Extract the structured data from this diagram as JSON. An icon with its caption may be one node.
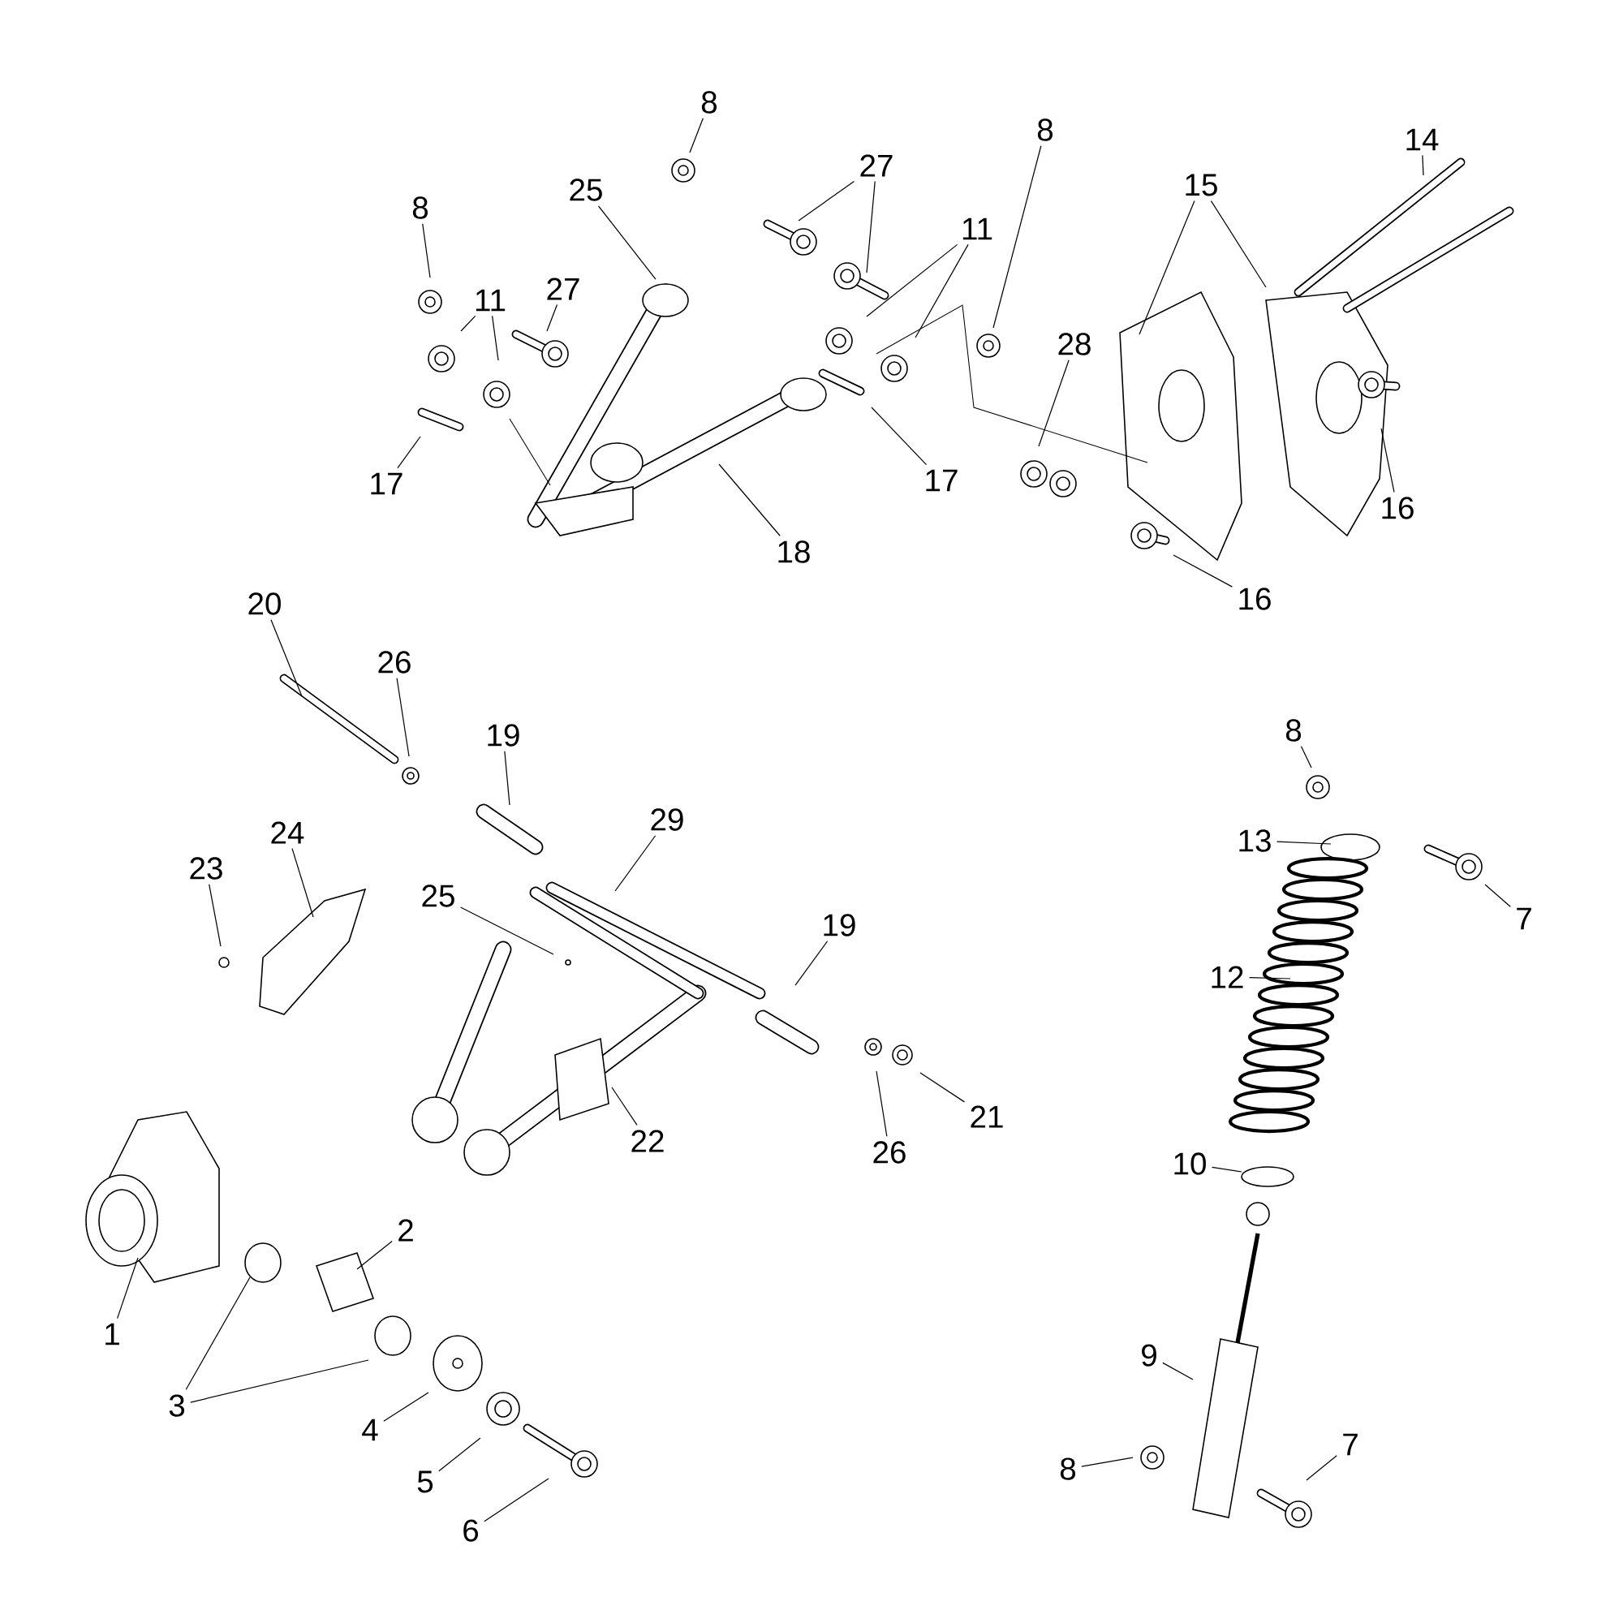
{
  "diagram": {
    "nodes": [
      {
        "text": [
          "8"
        ]
      },
      {
        "text": [
          "8"
        ]
      },
      {
        "text": [
          "25"
        ]
      },
      {
        "text": [
          "27"
        ]
      },
      {
        "text": [
          "11"
        ]
      },
      {
        "text": [
          "27"
        ]
      },
      {
        "text": [
          "17"
        ]
      },
      {
        "text": [
          "18"
        ]
      },
      {
        "text": [
          "8"
        ]
      },
      {
        "text": [
          "11"
        ]
      },
      {
        "text": [
          "17"
        ]
      },
      {
        "text": [
          "28"
        ]
      },
      {
        "text": [
          "15"
        ]
      },
      {
        "text": [
          "14"
        ]
      },
      {
        "text": [
          "16"
        ]
      },
      {
        "text": [
          "16"
        ]
      },
      {
        "text": [
          "20"
        ]
      },
      {
        "text": [
          "26"
        ]
      },
      {
        "text": [
          "19"
        ]
      },
      {
        "text": [
          "29"
        ]
      },
      {
        "text": [
          "25"
        ]
      },
      {
        "text": [
          "24"
        ]
      },
      {
        "text": [
          "23"
        ]
      },
      {
        "text": [
          "19"
        ]
      },
      {
        "text": [
          "22"
        ]
      },
      {
        "text": [
          "26"
        ]
      },
      {
        "text": [
          "21"
        ]
      },
      {
        "text": [
          "1"
        ]
      },
      {
        "text": [
          "2"
        ]
      },
      {
        "text": [
          "3"
        ]
      },
      {
        "text": [
          "4"
        ]
      },
      {
        "text": [
          "5"
        ]
      },
      {
        "text": [
          "6"
        ]
      },
      {
        "text": [
          "8"
        ]
      },
      {
        "text": [
          "13"
        ]
      },
      {
        "text": [
          "7"
        ]
      },
      {
        "text": [
          "12"
        ]
      },
      {
        "text": [
          "10"
        ]
      },
      {
        "text": [
          "9"
        ]
      },
      {
        "text": [
          "8"
        ]
      },
      {
        "text": [
          "7"
        ]
      }
    ],
    "edges": [
      {
        "from": 0,
        "to": null,
        "arrow": "none"
      },
      {
        "from": 1,
        "to": null,
        "arrow": "none"
      },
      {
        "from": 2,
        "to": null,
        "arrow": "none"
      },
      {
        "from": 3,
        "to": null,
        "arrow": "none"
      },
      {
        "from": 3,
        "to": null,
        "arrow": "none"
      },
      {
        "from": 4,
        "to": null,
        "arrow": "none"
      },
      {
        "from": 4,
        "to": null,
        "arrow": "none"
      },
      {
        "from": 5,
        "to": null,
        "arrow": "none"
      },
      {
        "from": 6,
        "to": null,
        "arrow": "none"
      },
      {
        "from": 7,
        "to": null,
        "arrow": "none"
      },
      {
        "from": 8,
        "to": null,
        "arrow": "none"
      },
      {
        "from": 9,
        "to": null,
        "arrow": "none"
      },
      {
        "from": 9,
        "to": null,
        "arrow": "none"
      },
      {
        "from": 10,
        "to": null,
        "arrow": "none"
      },
      {
        "from": 11,
        "to": null,
        "arrow": "none"
      },
      {
        "from": 12,
        "to": null,
        "arrow": "none"
      },
      {
        "from": 12,
        "to": null,
        "arrow": "none"
      },
      {
        "from": 13,
        "to": null,
        "arrow": "none"
      },
      {
        "from": 14,
        "to": null,
        "arrow": "none"
      },
      {
        "from": 15,
        "to": null,
        "arrow": "none"
      },
      {
        "from": 16,
        "to": null,
        "arrow": "none"
      },
      {
        "from": 17,
        "to": null,
        "arrow": "none"
      },
      {
        "from": 18,
        "to": null,
        "arrow": "none"
      },
      {
        "from": 19,
        "to": null,
        "arrow": "none"
      },
      {
        "from": 20,
        "to": null,
        "arrow": "none"
      },
      {
        "from": 21,
        "to": null,
        "arrow": "none"
      },
      {
        "from": 22,
        "to": null,
        "arrow": "none"
      },
      {
        "from": 23,
        "to": null,
        "arrow": "none"
      },
      {
        "from": 24,
        "to": null,
        "arrow": "none"
      },
      {
        "from": 25,
        "to": null,
        "arrow": "none"
      },
      {
        "from": 26,
        "to": null,
        "arrow": "none"
      },
      {
        "from": 27,
        "to": null,
        "arrow": "none"
      },
      {
        "from": 28,
        "to": null,
        "arrow": "none"
      },
      {
        "from": 29,
        "to": null,
        "arrow": "none"
      },
      {
        "from": 29,
        "to": null,
        "arrow": "none"
      },
      {
        "from": 30,
        "to": null,
        "arrow": "none"
      },
      {
        "from": 31,
        "to": null,
        "arrow": "none"
      },
      {
        "from": 32,
        "to": null,
        "arrow": "none"
      },
      {
        "from": 33,
        "to": null,
        "arrow": "none"
      },
      {
        "from": 34,
        "to": null,
        "arrow": "none"
      },
      {
        "from": 35,
        "to": null,
        "arrow": "none"
      },
      {
        "from": 36,
        "to": null,
        "arrow": "none"
      },
      {
        "from": 37,
        "to": null,
        "arrow": "none"
      },
      {
        "from": 38,
        "to": null,
        "arrow": "none"
      },
      {
        "from": 39,
        "to": null,
        "arrow": "none"
      },
      {
        "from": 40,
        "to": null,
        "arrow": "none"
      }
    ]
  }
}
